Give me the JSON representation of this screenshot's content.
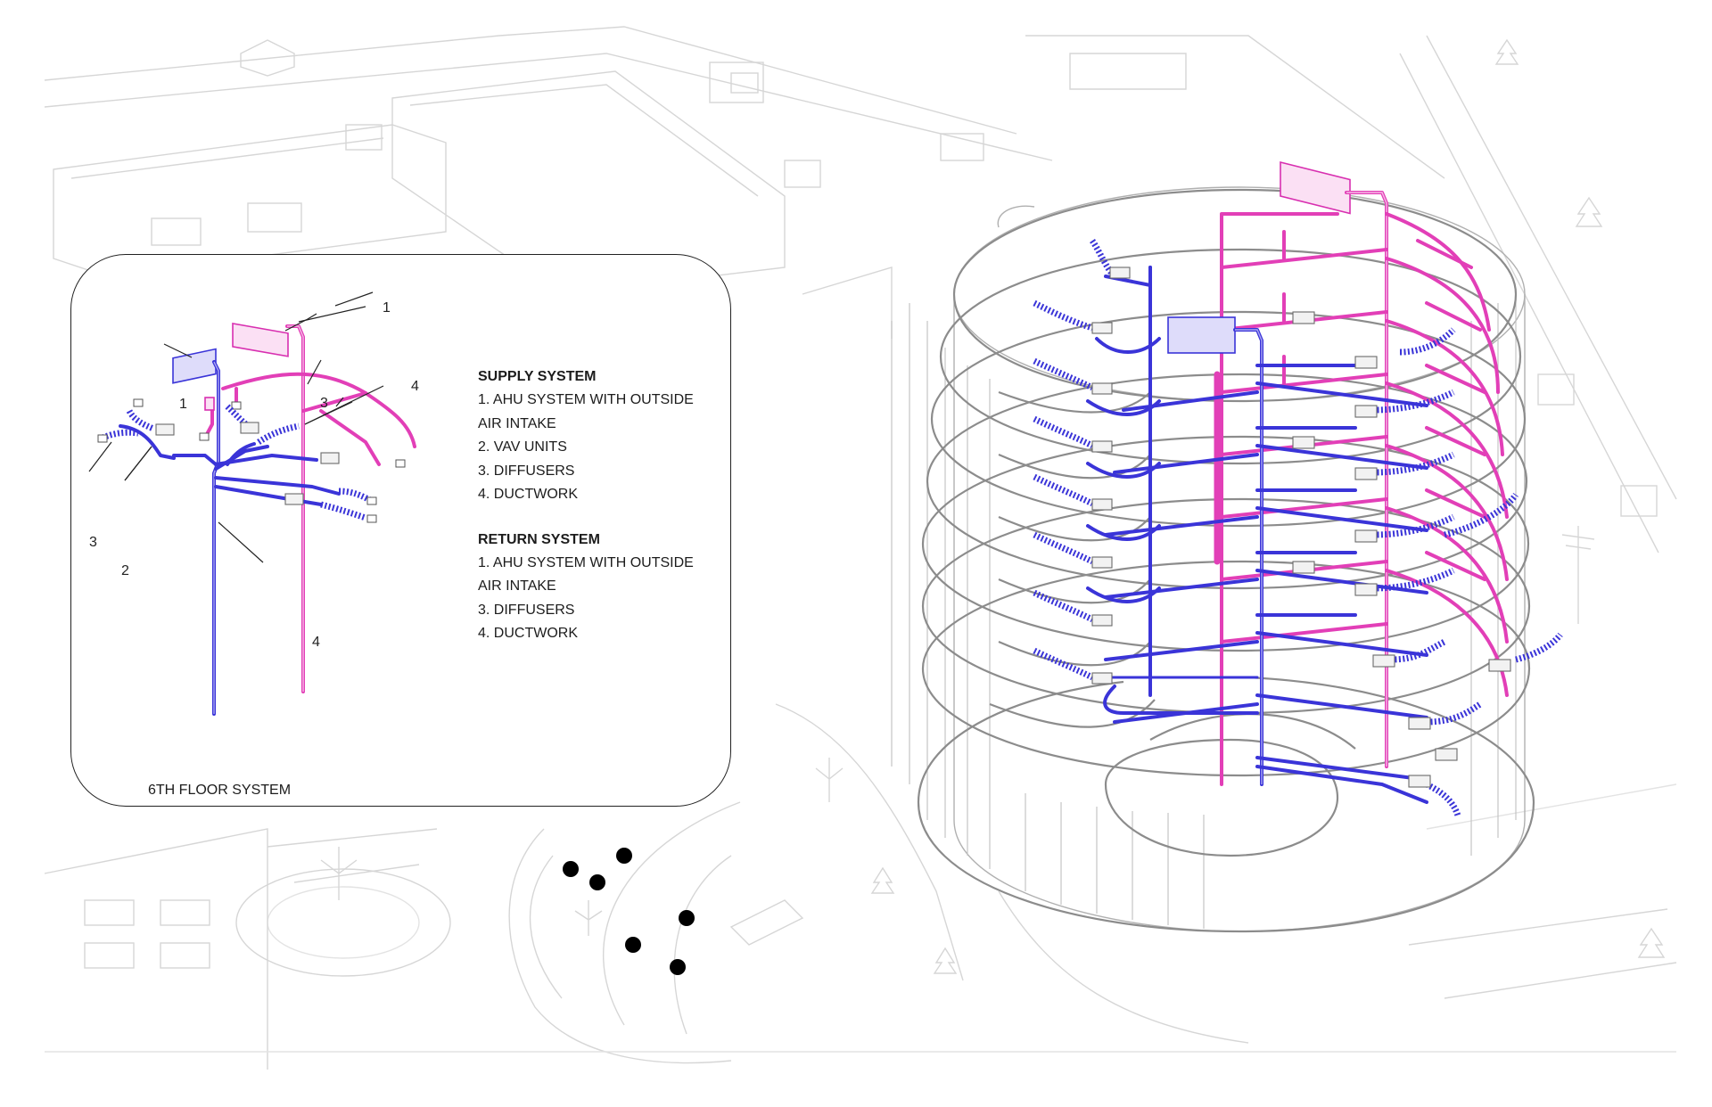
{
  "inset": {
    "caption": "6TH FLOOR SYSTEM",
    "callouts": {
      "supply_ahu": "1",
      "supply_diffuser": "3",
      "supply_duct": "4",
      "return_ahu": "1",
      "return_diffuser": "3",
      "return_vav": "2",
      "return_duct": "4"
    }
  },
  "legend": {
    "supply": {
      "title": "SUPPLY SYSTEM",
      "items": [
        "1. AHU SYSTEM WITH OUTSIDE",
        "AIR INTAKE",
        "2. VAV UNITS",
        "3. DIFFUSERS",
        "4. DUCTWORK"
      ]
    },
    "return": {
      "title": "RETURN SYSTEM",
      "items": [
        "1. AHU SYSTEM WITH OUTSIDE",
        "AIR INTAKE",
        "3. DIFFUSERS",
        "4. DUCTWORK"
      ]
    }
  },
  "colors": {
    "supply": "#e23fb7",
    "return": "#3a34d8",
    "context_lines": "#d6d6d6",
    "slab_lines": "#8c8c8c"
  }
}
